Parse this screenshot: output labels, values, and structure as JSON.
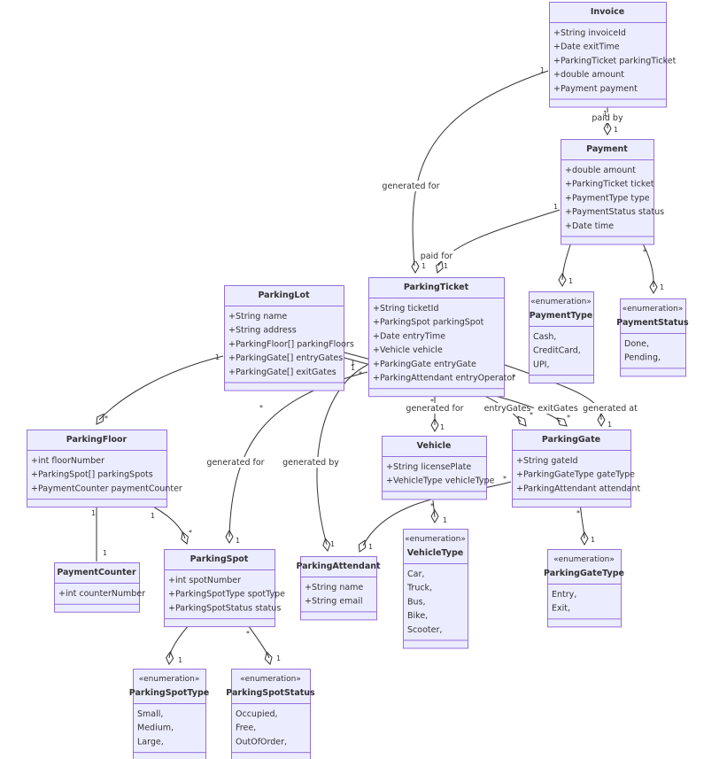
{
  "classes": {
    "invoice": {
      "name": "Invoice",
      "stereotype": "",
      "members": [
        "+String invoiceId",
        "+Date exitTime",
        "+ParkingTicket parkingTicket",
        "+double amount",
        "+Payment payment"
      ]
    },
    "payment": {
      "name": "Payment",
      "stereotype": "",
      "members": [
        "+double amount",
        "+ParkingTicket ticket",
        "+PaymentType type",
        "+PaymentStatus status",
        "+Date time"
      ]
    },
    "parking_lot": {
      "name": "ParkingLot",
      "stereotype": "",
      "members": [
        "+String name",
        "+String address",
        "+ParkingFloor[] parkingFloors",
        "+ParkingGate[] entryGates",
        "+ParkingGate[] exitGates"
      ]
    },
    "parking_ticket": {
      "name": "ParkingTicket",
      "stereotype": "",
      "members": [
        "+String ticketId",
        "+ParkingSpot parkingSpot",
        "+Date entryTime",
        "+Vehicle vehicle",
        "+ParkingGate entryGate",
        "+ParkingAttendant entryOperator"
      ]
    },
    "payment_type": {
      "name": "PaymentType",
      "stereotype": "«enumeration»",
      "members": [
        "Cash,",
        "CreditCard,",
        "UPI,"
      ]
    },
    "payment_status": {
      "name": "PaymentStatus",
      "stereotype": "«enumeration»",
      "members": [
        "Done,",
        "Pending,"
      ]
    },
    "parking_floor": {
      "name": "ParkingFloor",
      "stereotype": "",
      "members": [
        "+int floorNumber",
        "+ParkingSpot[] parkingSpots",
        "+PaymentCounter paymentCounter"
      ]
    },
    "vehicle": {
      "name": "Vehicle",
      "stereotype": "",
      "members": [
        "+String licensePlate",
        "+VehicleType vehicleType"
      ]
    },
    "parking_gate": {
      "name": "ParkingGate",
      "stereotype": "",
      "members": [
        "+String gateId",
        "+ParkingGateType gateType",
        "+ParkingAttendant attendant"
      ]
    },
    "payment_counter": {
      "name": "PaymentCounter",
      "stereotype": "",
      "members": [
        "+int counterNumber"
      ]
    },
    "parking_spot": {
      "name": "ParkingSpot",
      "stereotype": "",
      "members": [
        "+int spotNumber",
        "+ParkingSpotType spotType",
        "+ParkingSpotStatus status"
      ]
    },
    "parking_attendant": {
      "name": "ParkingAttendant",
      "stereotype": "",
      "members": [
        "+String name",
        "+String email"
      ]
    },
    "vehicle_type": {
      "name": "VehicleType",
      "stereotype": "«enumeration»",
      "members": [
        "Car,",
        "Truck,",
        "Bus,",
        "Bike,",
        "Scooter,"
      ]
    },
    "parking_gate_type": {
      "name": "ParkingGateType",
      "stereotype": "«enumeration»",
      "members": [
        "Entry,",
        "Exit,"
      ]
    },
    "parking_spot_type": {
      "name": "ParkingSpotType",
      "stereotype": "«enumeration»",
      "members": [
        "Small,",
        "Medium,",
        "Large,"
      ]
    },
    "parking_spot_status": {
      "name": "ParkingSpotStatus",
      "stereotype": "«enumeration»",
      "members": [
        "Occupied,",
        "Free,",
        "OutOfOrder,"
      ]
    }
  },
  "relations": [
    {
      "id": "invoice-payment",
      "label": "paid by",
      "from": "invoice",
      "to": "payment",
      "from_card": "1",
      "to_card": "1",
      "end": "aggregation"
    },
    {
      "id": "invoice-ticket",
      "label": "generated for",
      "from": "invoice",
      "to": "parking_ticket",
      "from_card": "1",
      "to_card": "1",
      "end": "aggregation"
    },
    {
      "id": "payment-ticket",
      "label": "paid for",
      "from": "payment",
      "to": "parking_ticket",
      "from_card": "1",
      "to_card": "1",
      "end": "aggregation"
    },
    {
      "id": "payment-type",
      "label": "",
      "from": "payment",
      "to": "payment_type",
      "from_card": "*",
      "to_card": "1",
      "end": "aggregation"
    },
    {
      "id": "payment-status",
      "label": "",
      "from": "payment",
      "to": "payment_status",
      "from_card": "*",
      "to_card": "1",
      "end": "aggregation"
    },
    {
      "id": "lot-floor",
      "label": "",
      "from": "parking_lot",
      "to": "parking_floor",
      "from_card": "1",
      "to_card": "*",
      "end": "composition"
    },
    {
      "id": "lot-entrygates",
      "label": "entryGates",
      "from": "parking_lot",
      "to": "parking_gate",
      "from_card": "1",
      "to_card": "*",
      "end": "composition"
    },
    {
      "id": "lot-exitgates",
      "label": "exitGates",
      "from": "parking_lot",
      "to": "parking_gate",
      "from_card": "1",
      "to_card": "*",
      "end": "composition"
    },
    {
      "id": "ticket-vehicle",
      "label": "generated for",
      "from": "parking_ticket",
      "to": "vehicle",
      "from_card": "*",
      "to_card": "1",
      "end": "aggregation"
    },
    {
      "id": "ticket-gate",
      "label": "generated at",
      "from": "parking_ticket",
      "to": "parking_gate",
      "from_card": "*",
      "to_card": "1",
      "end": "aggregation"
    },
    {
      "id": "ticket-spot",
      "label": "generated for",
      "from": "parking_ticket",
      "to": "parking_spot",
      "from_card": "*",
      "to_card": "1",
      "end": "aggregation"
    },
    {
      "id": "ticket-attendant",
      "label": "generated by",
      "from": "parking_ticket",
      "to": "parking_attendant",
      "from_card": "*",
      "to_card": "1",
      "end": "aggregation"
    },
    {
      "id": "floor-counter",
      "label": "",
      "from": "parking_floor",
      "to": "payment_counter",
      "from_card": "1",
      "to_card": "1",
      "end": "none"
    },
    {
      "id": "floor-spot",
      "label": "",
      "from": "parking_floor",
      "to": "parking_spot",
      "from_card": "1",
      "to_card": "*",
      "end": "composition"
    },
    {
      "id": "vehicle-type",
      "label": "",
      "from": "vehicle",
      "to": "vehicle_type",
      "from_card": "*",
      "to_card": "1",
      "end": "aggregation"
    },
    {
      "id": "gate-attendant",
      "label": "",
      "from": "parking_gate",
      "to": "parking_attendant",
      "from_card": "*",
      "to_card": "1",
      "end": "aggregation"
    },
    {
      "id": "gate-type",
      "label": "",
      "from": "parking_gate",
      "to": "parking_gate_type",
      "from_card": "*",
      "to_card": "1",
      "end": "aggregation"
    },
    {
      "id": "spot-type",
      "label": "",
      "from": "parking_spot",
      "to": "parking_spot_type",
      "from_card": "*",
      "to_card": "1",
      "end": "aggregation"
    },
    {
      "id": "spot-status",
      "label": "",
      "from": "parking_spot",
      "to": "parking_spot_status",
      "from_card": "*",
      "to_card": "1",
      "end": "aggregation"
    }
  ],
  "colors": {
    "class_fill": "#ececff",
    "class_border": "#9370db",
    "line": "#333333",
    "text": "#333333"
  }
}
